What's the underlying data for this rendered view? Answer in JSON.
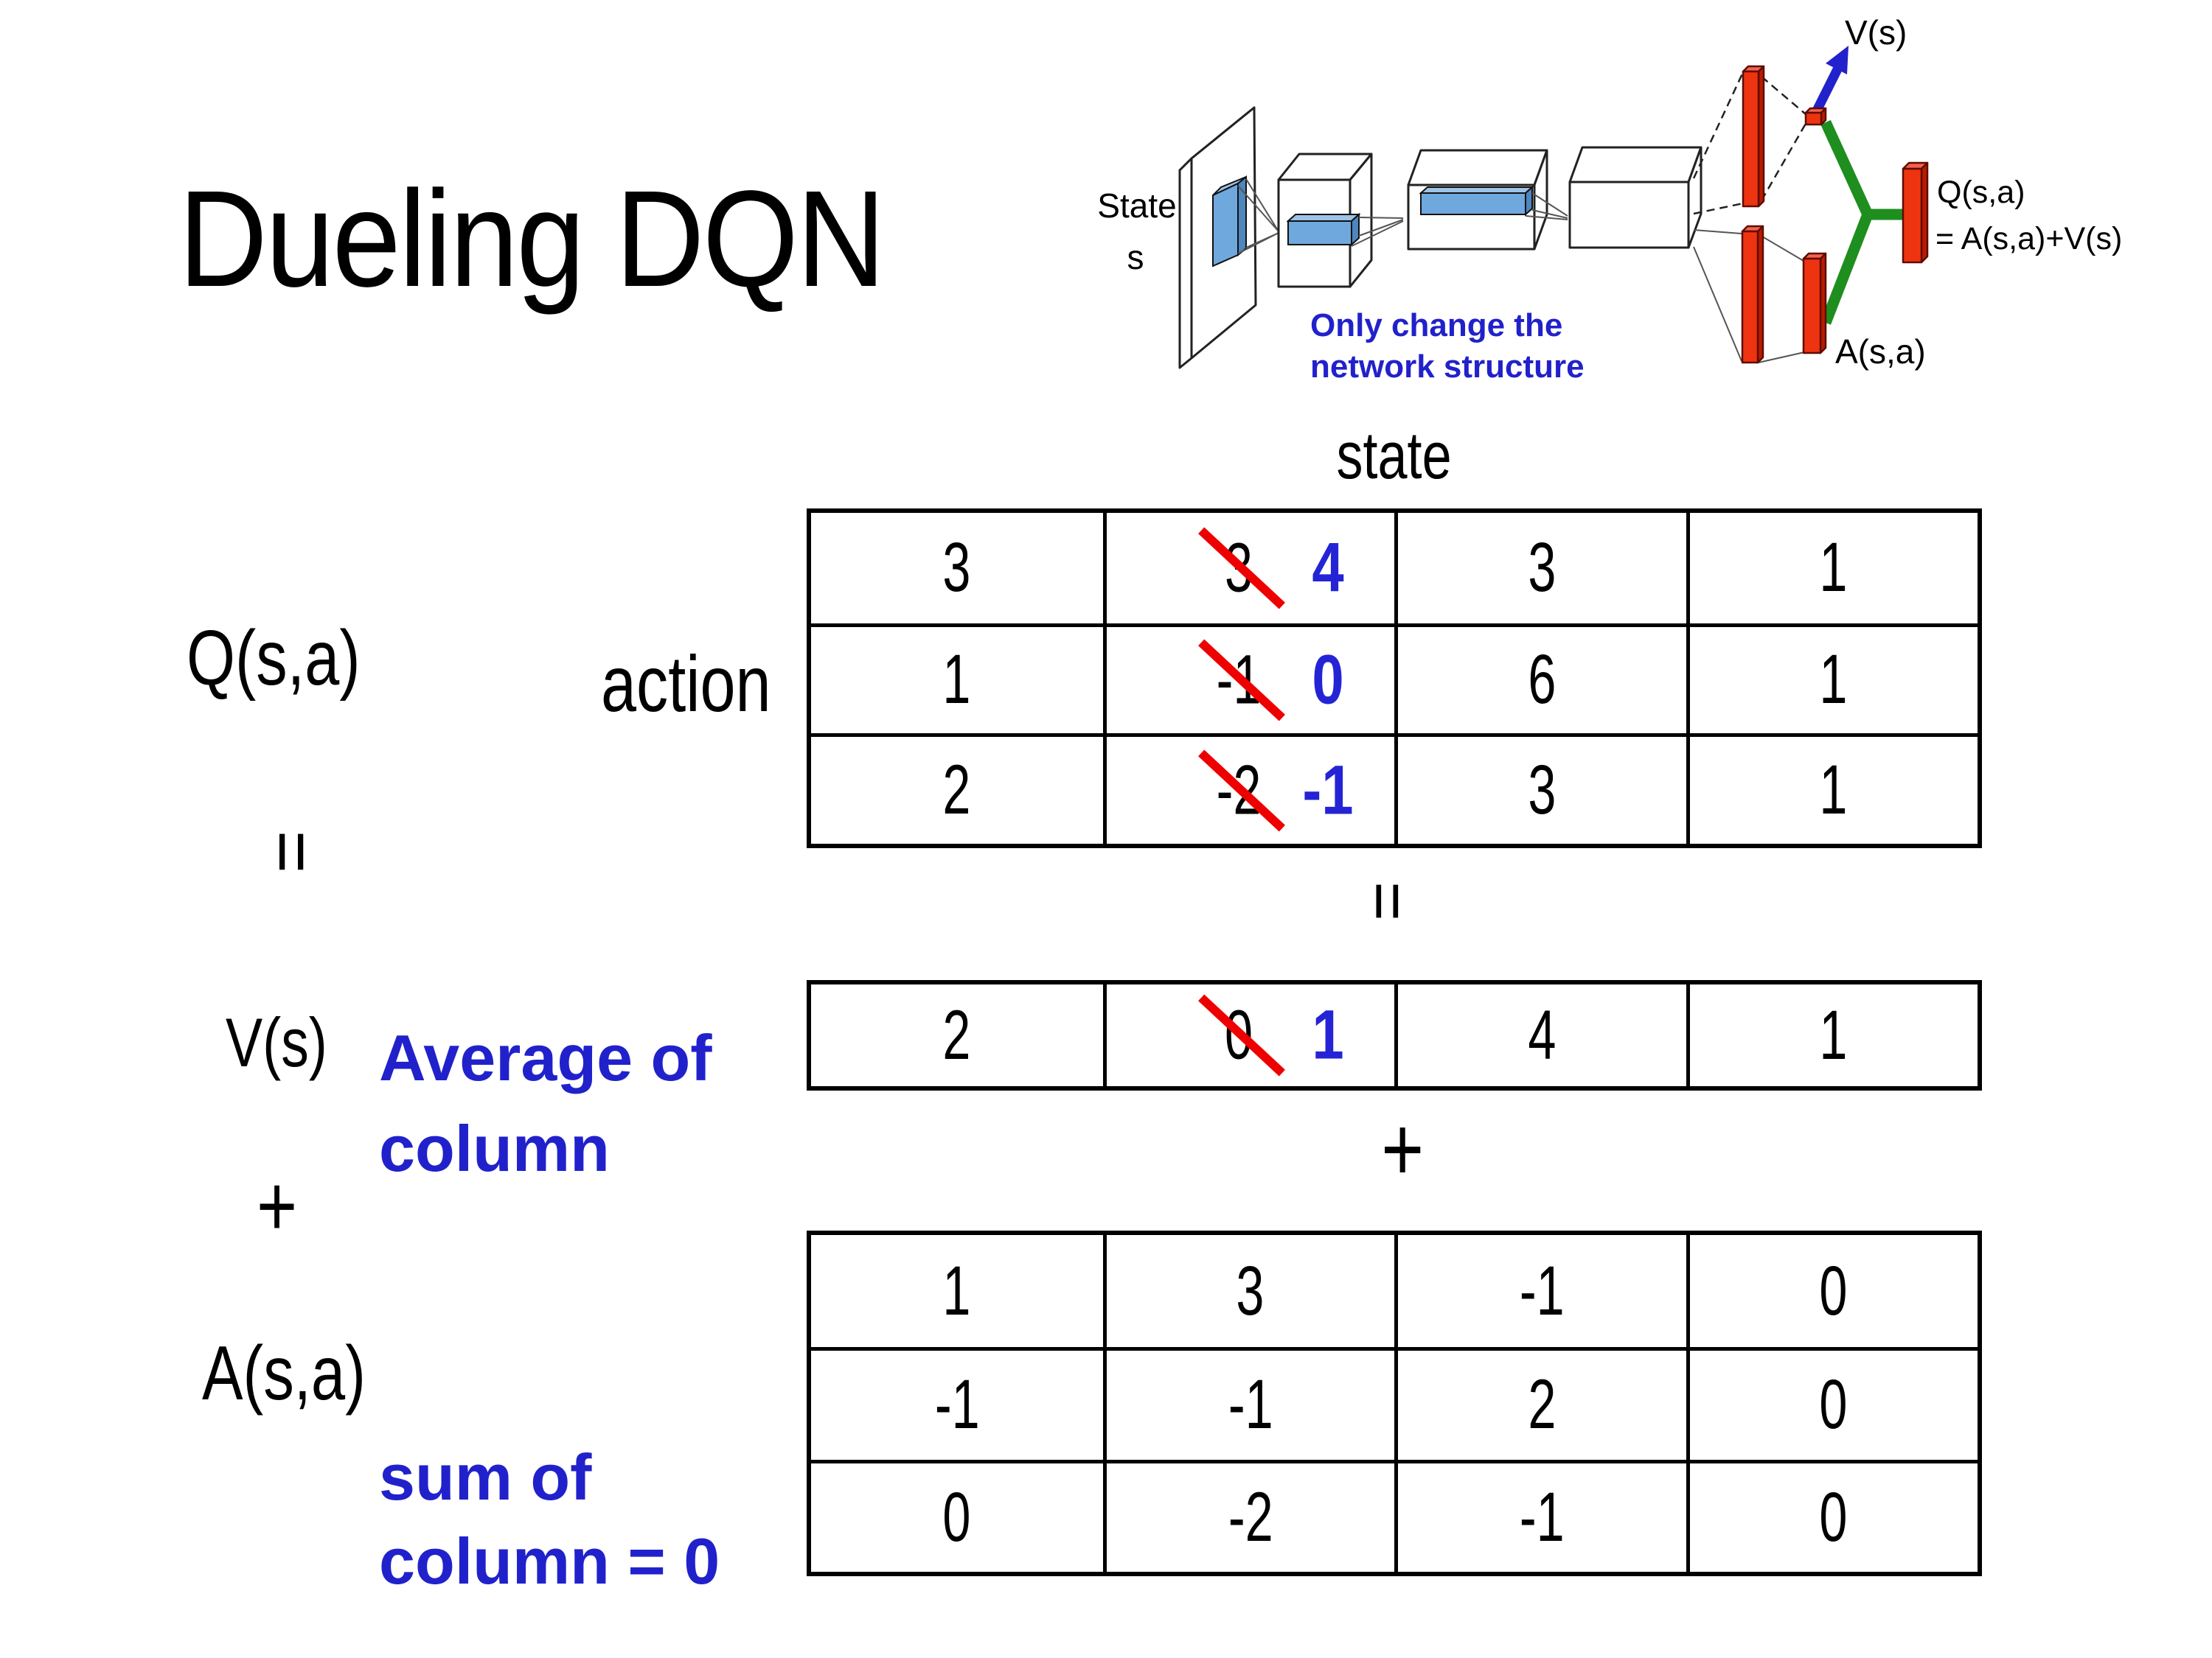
{
  "title": "Dueling DQN",
  "colors": {
    "annotation_blue": "#2121cc",
    "handwritten_digit_blue": "#2424d6",
    "strike_red": "#ee0000",
    "bar_red": "#ee3311",
    "combine_green": "#1e8e1e",
    "arrow_blue": "#2222cc",
    "filter_blue": "#6fa8dc"
  },
  "network_diagram": {
    "input_label_line1": "State",
    "input_label_line2": "s",
    "note_line1": "Only change the",
    "note_line2": "network structure",
    "v_output_label": "V(s)",
    "a_output_label": "A(s,a)",
    "q_output_label_line1": "Q(s,a)",
    "q_output_label_line2": "= A(s,a)+V(s)"
  },
  "decomposition": {
    "q_label": "Q(s,a)",
    "equals_left": "=",
    "v_label": "V(s)",
    "plus_left": "+",
    "a_label": "A(s,a)",
    "average_note_line1": "Average of",
    "average_note_line2": "column",
    "sum_note_line1": "sum of",
    "sum_note_line2": "column = 0",
    "state_axis_label": "state",
    "action_axis_label": "action",
    "equals_mid": "=",
    "plus_mid": "+"
  },
  "tables": {
    "q_table": [
      [
        "3",
        {
          "old": "3",
          "new": "4"
        },
        "3",
        "1"
      ],
      [
        "1",
        {
          "old": "-1",
          "new": "0"
        },
        "6",
        "1"
      ],
      [
        "2",
        {
          "old": "-2",
          "new": "-1"
        },
        "3",
        "1"
      ]
    ],
    "v_table": [
      [
        "2",
        {
          "old": "0",
          "new": "1"
        },
        "4",
        "1"
      ]
    ],
    "a_table": [
      [
        "1",
        "3",
        "-1",
        "0"
      ],
      [
        "-1",
        "-1",
        "2",
        "0"
      ],
      [
        "0",
        "-2",
        "-1",
        "0"
      ]
    ]
  }
}
